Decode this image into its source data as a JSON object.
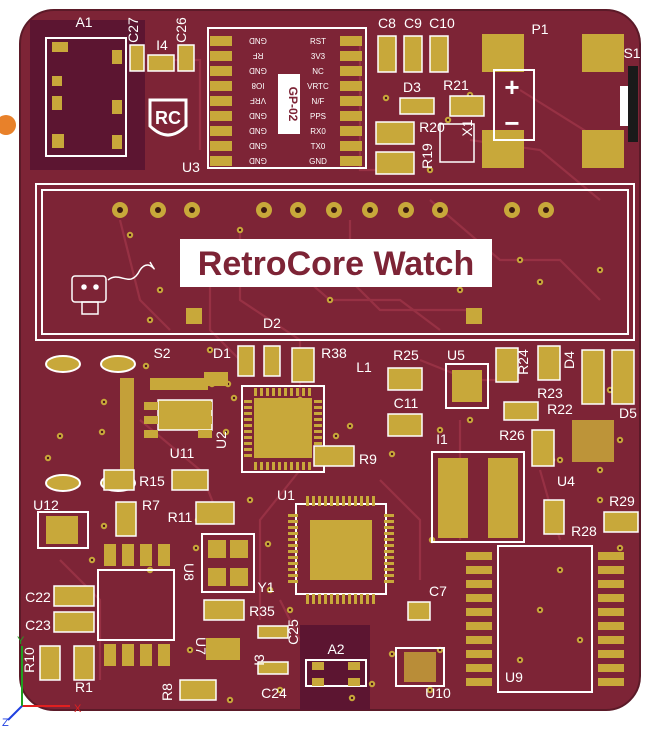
{
  "board_title": "RetroCore Watch",
  "logo_text": "RC",
  "colors": {
    "board": "#7d2436",
    "trace": "#9e3a4e",
    "pad": "#c8a83a",
    "silk": "#ffffff",
    "dark_area": "#5a1530"
  },
  "designators": {
    "A1": "A1",
    "C27": "C27",
    "I4": "I4",
    "C26": "C26",
    "U3": "U3",
    "C8": "C8",
    "C9": "C9",
    "C10": "C10",
    "P1": "P1",
    "S1": "S1",
    "D3": "D3",
    "R21": "R21",
    "R20": "R20",
    "X1": "X1",
    "R19": "R19",
    "D2": "D2",
    "S2": "S2",
    "D1": "D1",
    "R38": "R38",
    "L1": "L1",
    "R25": "R25",
    "U5": "U5",
    "R24": "R24",
    "D4": "D4",
    "R23": "R23",
    "R22": "R22",
    "D5": "D5",
    "C11": "C11",
    "U2": "U2",
    "U11": "U11",
    "R9": "R9",
    "I1": "I1",
    "R26": "R26",
    "U4": "U4",
    "R15": "R15",
    "U12": "U12",
    "R7": "R7",
    "U1": "U1",
    "R29": "R29",
    "R11": "R11",
    "R28": "R28",
    "U8": "U8",
    "Y1": "Y1",
    "C22": "C22",
    "C23": "C23",
    "R35": "R35",
    "C7": "C7",
    "U7": "U7",
    "C25": "C25",
    "I3": "I3",
    "A2": "A2",
    "R10": "R10",
    "R1": "R1",
    "R8": "R8",
    "C24": "C24",
    "U10": "U10",
    "U9": "U9"
  },
  "gp02": {
    "name": "GP-02",
    "left_pins": [
      "GND",
      "RF",
      "GND",
      "IO8",
      "VRF",
      "GND",
      "GND",
      "GND",
      "GND"
    ],
    "right_pins": [
      "RST",
      "3V3",
      "NC",
      "VRTC",
      "N/F",
      "PPS",
      "RX0",
      "TX0",
      "GND"
    ]
  },
  "terminal_marks": {
    "plus": "+",
    "minus": "−"
  },
  "axis_labels": {
    "x": "X",
    "y": "Y",
    "z": "Z"
  }
}
